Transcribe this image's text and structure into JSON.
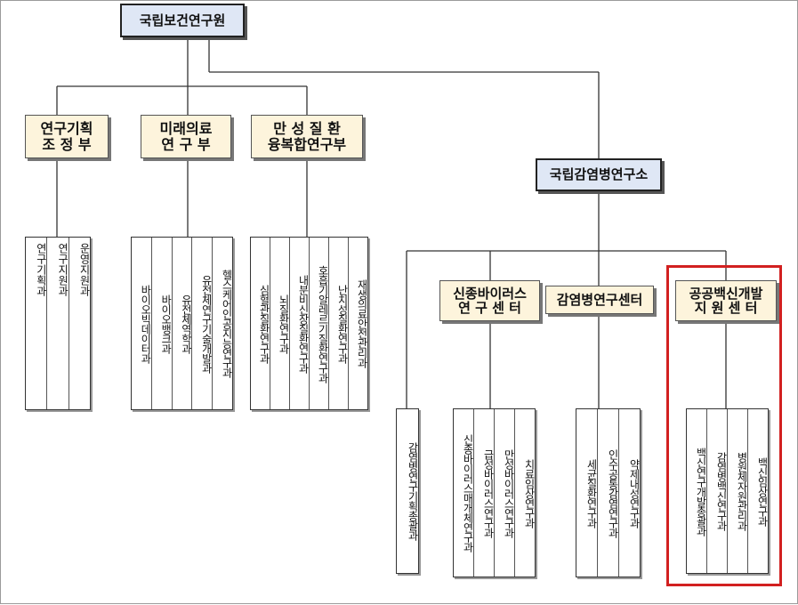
{
  "root": "국립보건연구원",
  "departments": [
    {
      "lines": [
        "연구기획",
        "조 정 부"
      ],
      "teams": [
        "연구기획과",
        "연구지원과",
        "운영지원과"
      ]
    },
    {
      "lines": [
        "미래의료",
        "연 구 부"
      ],
      "teams": [
        "바이오빅데이터과",
        "바이오뱅크과",
        "유전체역학과",
        "유전체연구기술개발과",
        "헬스케어인공지능연구과"
      ]
    },
    {
      "lines": [
        "만 성 질 환",
        "융복합연구부"
      ],
      "teams": [
        "심혈관질환연구과",
        "뇌질환연구과",
        "내분비신장질환연구과",
        "호흡기알레르기질환연구과",
        "난치성질환연구과",
        "재생의료안전관리과"
      ]
    }
  ],
  "institute": {
    "name": "국립감염병연구소",
    "direct_team": "감염병연구기획총괄과",
    "centers": [
      {
        "lines": [
          "신종바이러스",
          "연 구 센 터"
        ],
        "teams": [
          "신종바이러스매개체연구과",
          "급성바이러스연구과",
          "만성바이러스연구과",
          "치료임상연구과"
        ]
      },
      {
        "lines": [
          "감염병연구센터"
        ],
        "teams": [
          "세균질환연구과",
          "인수공통감염연구과",
          "약제내성연구과"
        ]
      },
      {
        "lines": [
          "공공백신개발",
          "지 원 센 터"
        ],
        "teams": [
          "백신연구개발총괄과",
          "감염병백신연구과",
          "병원체자원관리과",
          "백신임상연구과"
        ]
      }
    ]
  },
  "highlight_color": "#d22020"
}
